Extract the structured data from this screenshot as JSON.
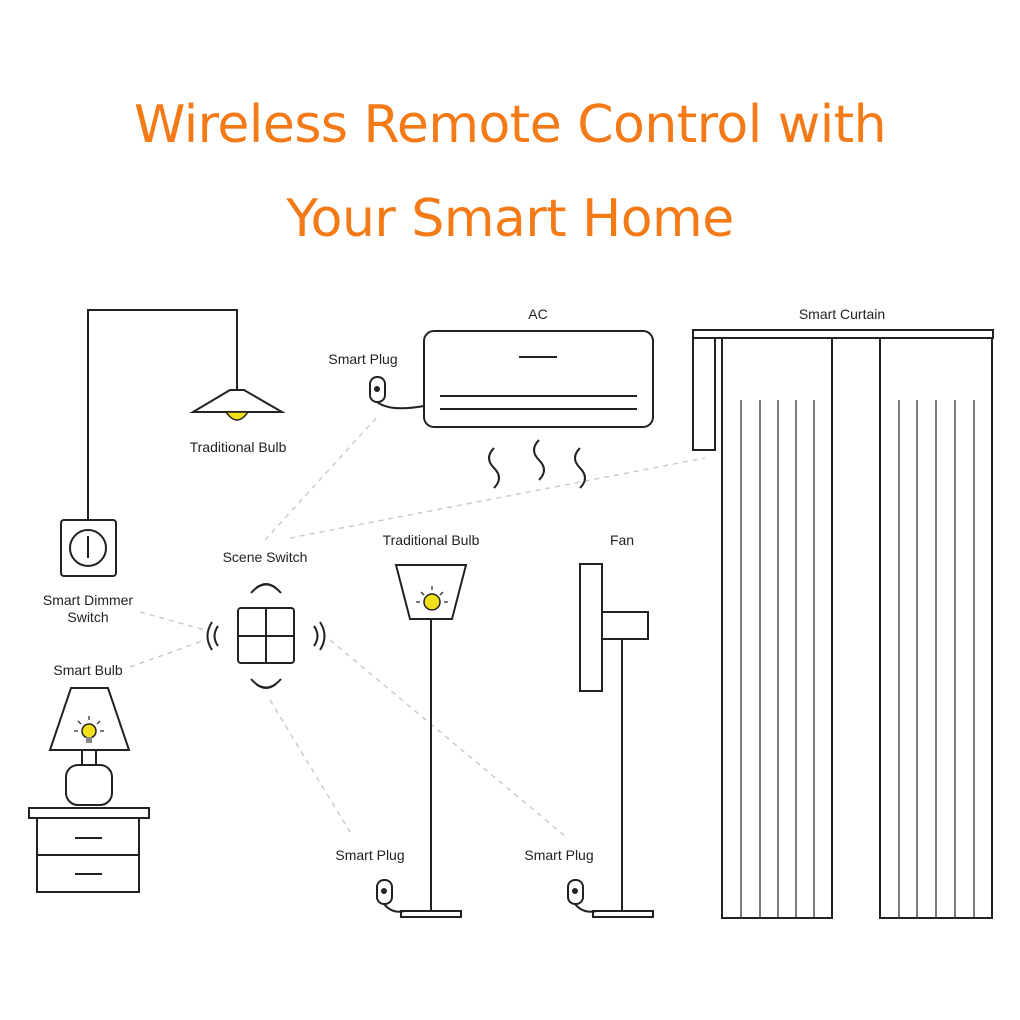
{
  "title": {
    "line1": "Wireless Remote Control with",
    "line2": "Your Smart Home"
  },
  "labels": {
    "ac": "AC",
    "smart_curtain": "Smart Curtain",
    "smart_plug_ac": "Smart Plug",
    "traditional_bulb_ceiling": "Traditional Bulb",
    "scene_switch": "Scene Switch",
    "traditional_bulb_floor": "Traditional Bulb",
    "fan": "Fan",
    "smart_dimmer_switch_line1": "Smart Dimmer",
    "smart_dimmer_switch_line2": "Switch",
    "smart_bulb": "Smart Bulb",
    "smart_plug_lamp": "Smart Plug",
    "smart_plug_fan": "Smart Plug"
  },
  "colors": {
    "title": "#f47a17",
    "bulb": "#f4e01a",
    "line": "#222222",
    "connector": "#c8c8c8"
  }
}
